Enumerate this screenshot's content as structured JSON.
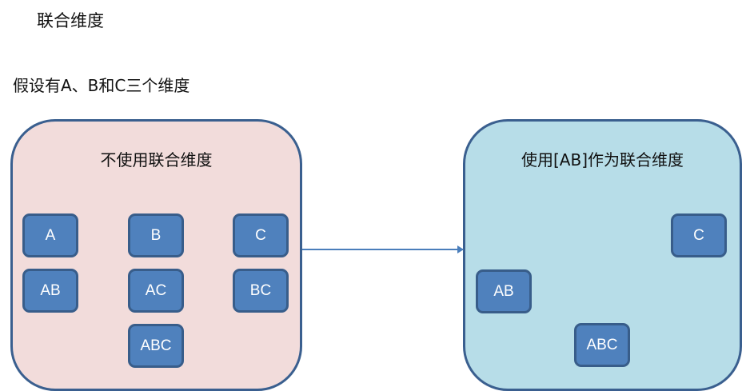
{
  "title": "联合维度",
  "subtitle": "假设有A、B和C三个维度",
  "left_panel": {
    "title": "不使用联合维度",
    "boxes": [
      "A",
      "B",
      "C",
      "AB",
      "AC",
      "BC",
      "ABC"
    ]
  },
  "right_panel": {
    "title": "使用[AB]作为联合维度",
    "boxes": [
      "C",
      "AB",
      "ABC"
    ]
  }
}
